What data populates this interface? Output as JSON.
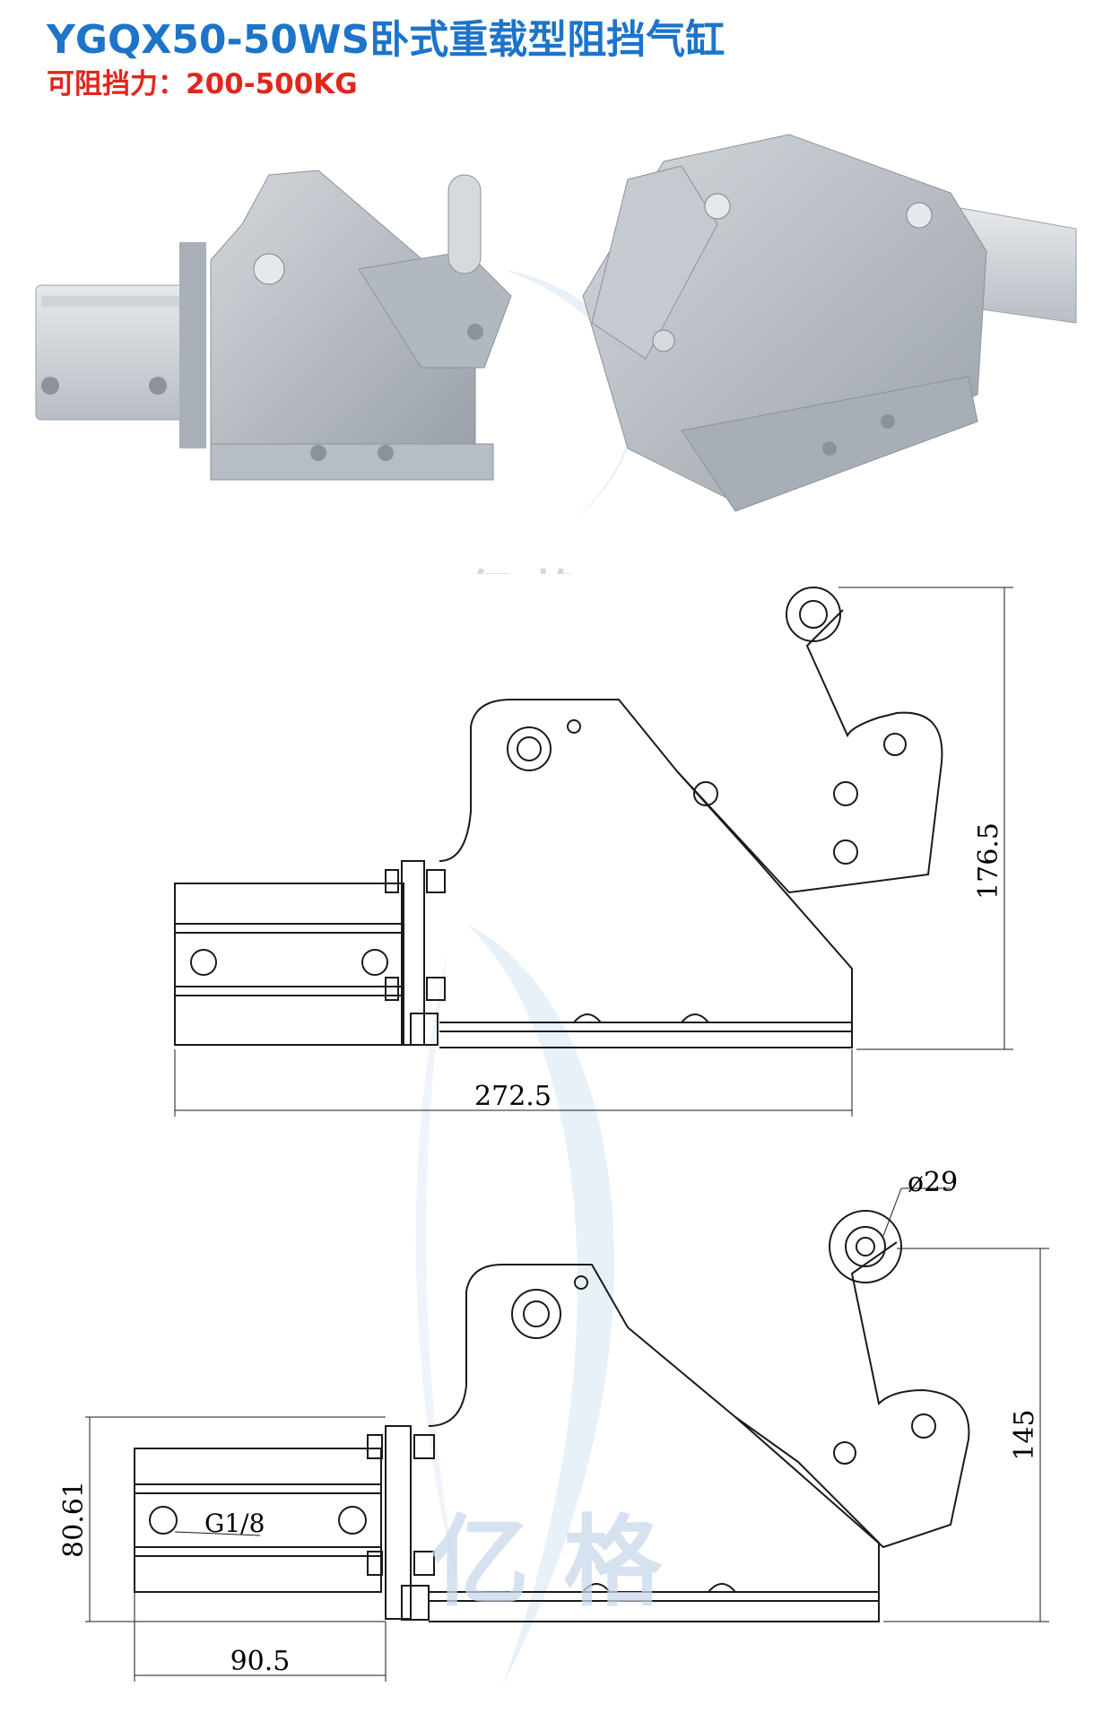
{
  "header": {
    "title": "YGQX50-50WS卧式重载型阻挡气缸",
    "subtitle": "可阻挡力：200-500KG"
  },
  "watermark": {
    "brand": "亿 格"
  },
  "drawing_top": {
    "height_dim": "176.5",
    "length_dim": "272.5"
  },
  "drawing_bottom": {
    "roller_dia": "ø29",
    "height_dim": "145",
    "side_dim": "80.61",
    "width_dim": "90.5",
    "port_label": "G1/8"
  },
  "colors": {
    "title": "#1d74c9",
    "subtitle": "#e0271c",
    "metal": "#b9bfc6",
    "line": "#1a1a1a"
  }
}
